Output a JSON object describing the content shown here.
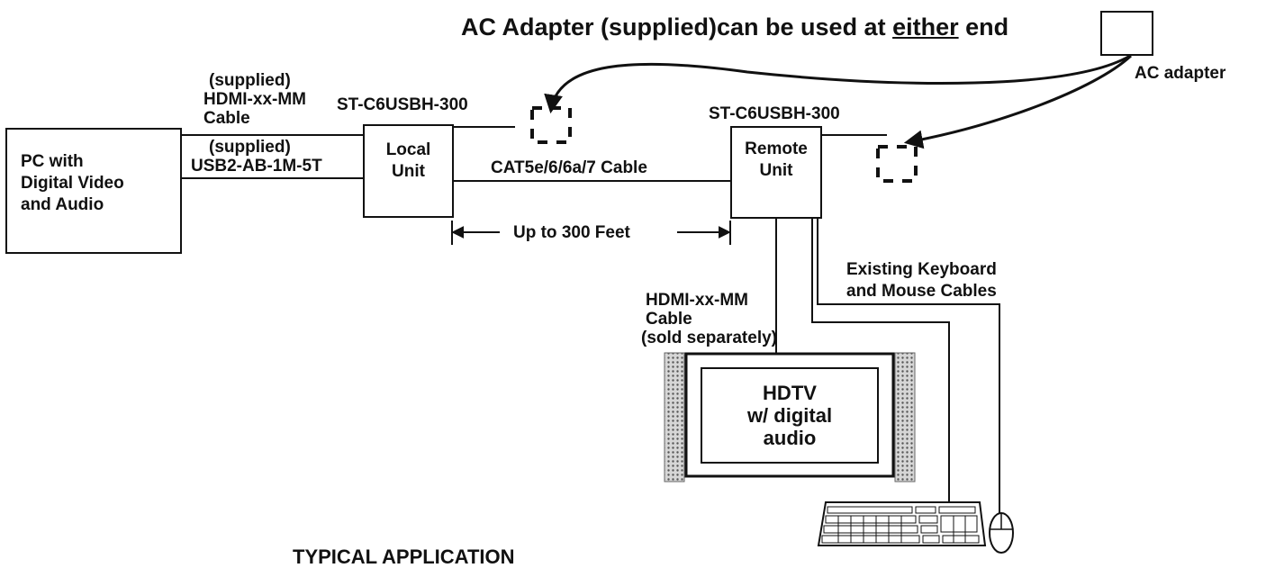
{
  "title": {
    "before": "AC Adapter (supplied)can be used at ",
    "emph": "either",
    "after": " end"
  },
  "ac_adapter": {
    "label": "AC adapter"
  },
  "pc": {
    "lines": [
      "PC with",
      "Digital Video",
      "and Audio"
    ]
  },
  "cable_hdmi_supplied": {
    "lines": [
      "(supplied)",
      "HDMI-xx-MM",
      "Cable"
    ]
  },
  "cable_usb_supplied": {
    "lines": [
      "(supplied)",
      "USB2-AB-1M-5T"
    ]
  },
  "local_unit": {
    "model": "ST-C6USBH-300",
    "lines": [
      "Local",
      "Unit"
    ]
  },
  "remote_unit": {
    "model": "ST-C6USBH-300",
    "lines": [
      "Remote",
      "Unit"
    ]
  },
  "cat_cable": {
    "label": "CAT5e/6/6a/7 Cable"
  },
  "distance": {
    "label": "Up to 300 Feet"
  },
  "kbd_mouse_cables": {
    "lines": [
      "Existing Keyboard",
      "and Mouse Cables"
    ]
  },
  "hdmi_remote": {
    "lines": [
      "HDMI-xx-MM",
      "Cable",
      "(sold separately)"
    ]
  },
  "hdtv": {
    "lines": [
      "HDTV",
      "w/ digital",
      "audio"
    ]
  },
  "footer": {
    "caption": "TYPICAL APPLICATION"
  }
}
